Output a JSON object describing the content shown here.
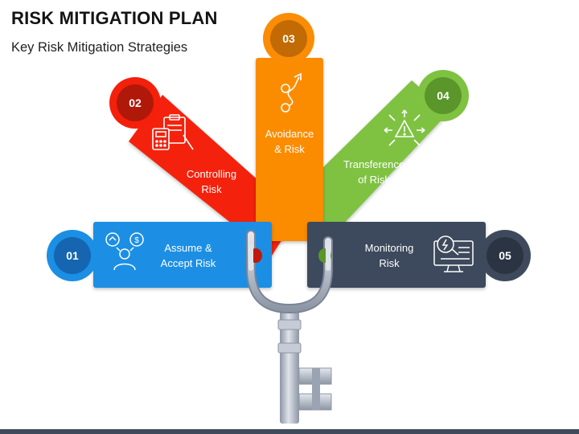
{
  "title": "RISK MITIGATION PLAN",
  "subtitle": "Key Risk Mitigation Strategies",
  "strategies": [
    {
      "number": "01",
      "line1": "Assume &",
      "line2": "Accept Risk",
      "icon": "people-money-icon",
      "color": "#1a8fe4",
      "circle_color": "#1565b0"
    },
    {
      "number": "02",
      "line1": "Controlling",
      "line2": "Risk",
      "icon": "calculator-clipboard-icon",
      "color": "#f4200c",
      "circle_color": "#b0190a"
    },
    {
      "number": "03",
      "line1": "Avoidance",
      "line2": "& Risk",
      "icon": "path-arrow-icon",
      "color": "#fb8c06",
      "circle_color": "#c26a04"
    },
    {
      "number": "04",
      "line1": "Transference",
      "line2": "of Risk",
      "icon": "warning-burst-icon",
      "color": "#7fc242",
      "circle_color": "#5a962a"
    },
    {
      "number": "05",
      "line1": "Monitoring",
      "line2": "Risk",
      "icon": "monitor-magnifier-icon",
      "color": "#3e4a5c",
      "circle_color": "#2b3443"
    }
  ],
  "colors": {
    "key_metal": "#b9c0cc",
    "key_dark": "#7b8595"
  }
}
